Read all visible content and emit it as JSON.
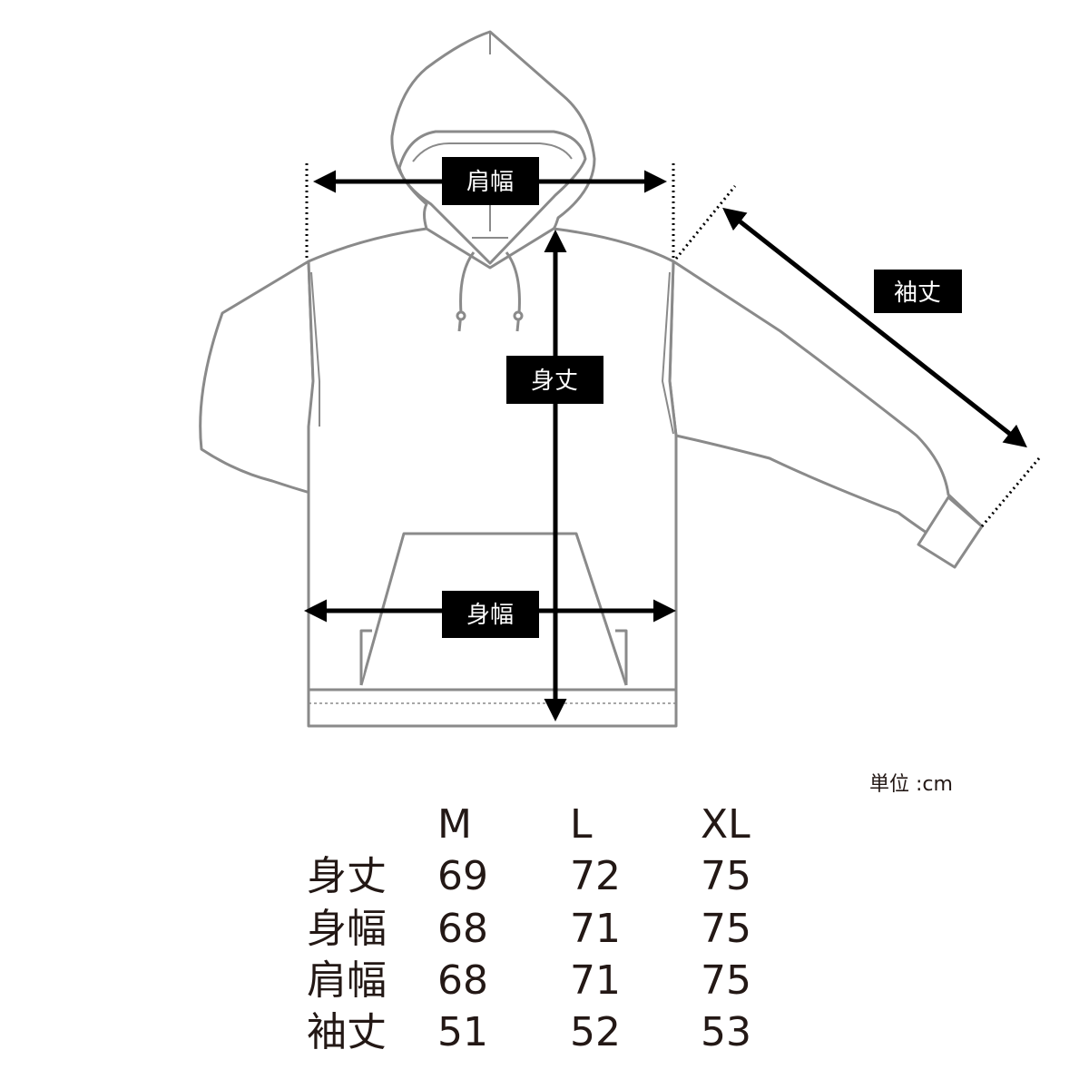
{
  "diagram": {
    "labels": {
      "shoulder_width": "肩幅",
      "body_length": "身丈",
      "sleeve_length": "袖丈",
      "body_width": "身幅"
    }
  },
  "unit_note": "単位 :cm",
  "size_table": {
    "columns": [
      "M",
      "L",
      "XL"
    ],
    "rows": [
      {
        "label": "身丈",
        "values": [
          "69",
          "72",
          "75"
        ]
      },
      {
        "label": "身幅",
        "values": [
          "68",
          "71",
          "75"
        ]
      },
      {
        "label": "肩幅",
        "values": [
          "68",
          "71",
          "75"
        ]
      },
      {
        "label": "袖丈",
        "values": [
          "51",
          "52",
          "53"
        ]
      }
    ]
  },
  "colors": {
    "outline": "#8a8a8a",
    "ink": "#231815",
    "label_bg": "#000000",
    "label_text": "#ffffff"
  }
}
